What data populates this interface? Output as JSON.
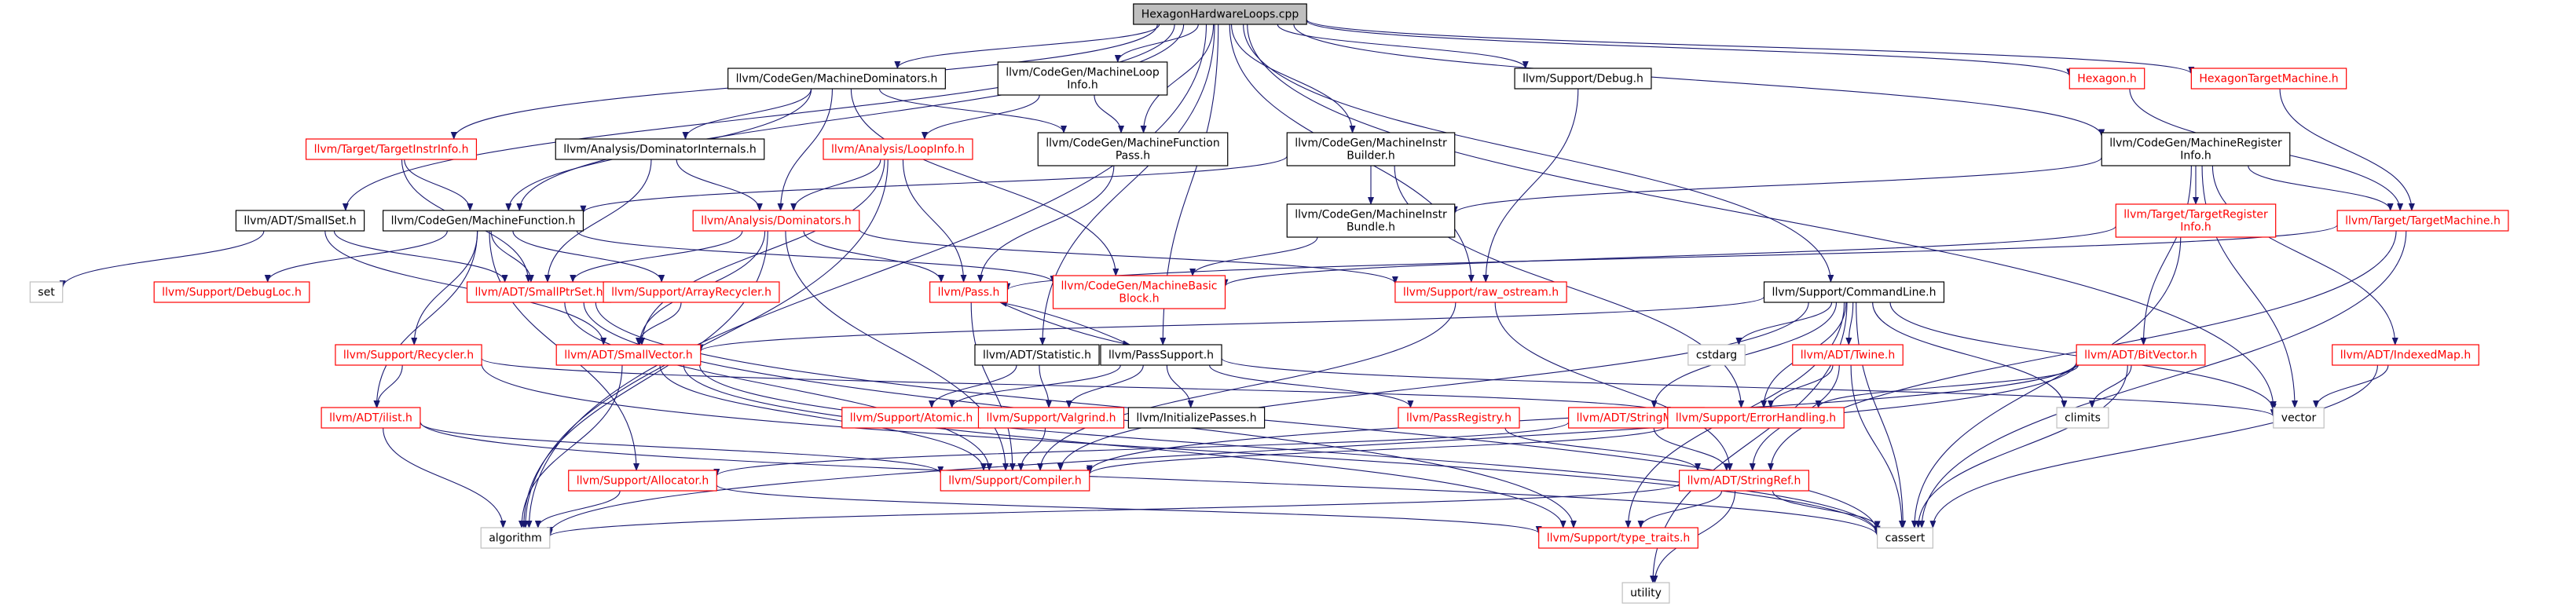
{
  "colors": {
    "edge": "#191970",
    "node_border_black": "#000000",
    "node_border_red": "#ff0000",
    "node_border_grey": "#bfbfbf",
    "root_fill": "#bfbfbf",
    "node_fill": "#ffffff",
    "text_black": "#000000",
    "text_red": "#ff0000"
  },
  "graph": {
    "nodes": [
      {
        "id": "root",
        "lines": [
          "HexagonHardwareLoops.cpp"
        ],
        "style": "root"
      },
      {
        "id": "machdom",
        "lines": [
          "llvm/CodeGen/MachineDominators.h"
        ],
        "style": "black"
      },
      {
        "id": "machloopinfo",
        "lines": [
          "llvm/CodeGen/MachineLoop",
          "Info.h"
        ],
        "style": "black"
      },
      {
        "id": "debug",
        "lines": [
          "llvm/Support/Debug.h"
        ],
        "style": "black"
      },
      {
        "id": "hexagon",
        "lines": [
          "Hexagon.h"
        ],
        "style": "red"
      },
      {
        "id": "hextm",
        "lines": [
          "HexagonTargetMachine.h"
        ],
        "style": "red"
      },
      {
        "id": "tii",
        "lines": [
          "llvm/Target/TargetInstrInfo.h"
        ],
        "style": "red"
      },
      {
        "id": "domint",
        "lines": [
          "llvm/Analysis/DominatorInternals.h"
        ],
        "style": "black"
      },
      {
        "id": "loopinfo",
        "lines": [
          "llvm/Analysis/LoopInfo.h"
        ],
        "style": "red"
      },
      {
        "id": "mfpass",
        "lines": [
          "llvm/CodeGen/MachineFunction",
          "Pass.h"
        ],
        "style": "black"
      },
      {
        "id": "mib",
        "lines": [
          "llvm/CodeGen/MachineInstr",
          "Builder.h"
        ],
        "style": "black"
      },
      {
        "id": "mri",
        "lines": [
          "llvm/CodeGen/MachineRegister",
          "Info.h"
        ],
        "style": "black"
      },
      {
        "id": "smallset",
        "lines": [
          "llvm/ADT/SmallSet.h"
        ],
        "style": "black"
      },
      {
        "id": "mf",
        "lines": [
          "llvm/CodeGen/MachineFunction.h"
        ],
        "style": "black"
      },
      {
        "id": "doms",
        "lines": [
          "llvm/Analysis/Dominators.h"
        ],
        "style": "red"
      },
      {
        "id": "mibundle",
        "lines": [
          "llvm/CodeGen/MachineInstr",
          "Bundle.h"
        ],
        "style": "black"
      },
      {
        "id": "tri",
        "lines": [
          "llvm/Target/TargetRegister",
          "Info.h"
        ],
        "style": "red"
      },
      {
        "id": "tm",
        "lines": [
          "llvm/Target/TargetMachine.h"
        ],
        "style": "red"
      },
      {
        "id": "set",
        "lines": [
          "set"
        ],
        "style": "grey"
      },
      {
        "id": "debugloc",
        "lines": [
          "llvm/Support/DebugLoc.h"
        ],
        "style": "red"
      },
      {
        "id": "smallptrset",
        "lines": [
          "llvm/ADT/SmallPtrSet.h"
        ],
        "style": "red"
      },
      {
        "id": "arrayrecycler",
        "lines": [
          "llvm/Support/ArrayRecycler.h"
        ],
        "style": "red"
      },
      {
        "id": "pass",
        "lines": [
          "llvm/Pass.h"
        ],
        "style": "red"
      },
      {
        "id": "mbb",
        "lines": [
          "llvm/CodeGen/MachineBasic",
          "Block.h"
        ],
        "style": "red"
      },
      {
        "id": "rawos",
        "lines": [
          "llvm/Support/raw_ostream.h"
        ],
        "style": "red"
      },
      {
        "id": "cmdline",
        "lines": [
          "llvm/Support/CommandLine.h"
        ],
        "style": "black"
      },
      {
        "id": "recycler",
        "lines": [
          "llvm/Support/Recycler.h"
        ],
        "style": "red"
      },
      {
        "id": "smallvector",
        "lines": [
          "llvm/ADT/SmallVector.h"
        ],
        "style": "red"
      },
      {
        "id": "statistic",
        "lines": [
          "llvm/ADT/Statistic.h"
        ],
        "style": "black"
      },
      {
        "id": "passsupport",
        "lines": [
          "llvm/PassSupport.h"
        ],
        "style": "black"
      },
      {
        "id": "cstdarg",
        "lines": [
          "cstdarg"
        ],
        "style": "grey"
      },
      {
        "id": "twine",
        "lines": [
          "llvm/ADT/Twine.h"
        ],
        "style": "red"
      },
      {
        "id": "bitvector",
        "lines": [
          "llvm/ADT/BitVector.h"
        ],
        "style": "red"
      },
      {
        "id": "indexedmap",
        "lines": [
          "llvm/ADT/IndexedMap.h"
        ],
        "style": "red"
      },
      {
        "id": "ilist",
        "lines": [
          "llvm/ADT/ilist.h"
        ],
        "style": "red"
      },
      {
        "id": "atomic",
        "lines": [
          "llvm/Support/Atomic.h"
        ],
        "style": "red"
      },
      {
        "id": "valgrind",
        "lines": [
          "llvm/Support/Valgrind.h"
        ],
        "style": "red"
      },
      {
        "id": "initpasses",
        "lines": [
          "llvm/InitializePasses.h"
        ],
        "style": "black"
      },
      {
        "id": "passreg",
        "lines": [
          "llvm/PassRegistry.h"
        ],
        "style": "red"
      },
      {
        "id": "stringmap",
        "lines": [
          "llvm/ADT/StringMap.h"
        ],
        "style": "red"
      },
      {
        "id": "errhandling",
        "lines": [
          "llvm/Support/ErrorHandling.h"
        ],
        "style": "red"
      },
      {
        "id": "climits",
        "lines": [
          "climits"
        ],
        "style": "grey"
      },
      {
        "id": "vector",
        "lines": [
          "vector"
        ],
        "style": "grey"
      },
      {
        "id": "allocator",
        "lines": [
          "llvm/Support/Allocator.h"
        ],
        "style": "red"
      },
      {
        "id": "compiler",
        "lines": [
          "llvm/Support/Compiler.h"
        ],
        "style": "red"
      },
      {
        "id": "stringref",
        "lines": [
          "llvm/ADT/StringRef.h"
        ],
        "style": "red"
      },
      {
        "id": "algorithm",
        "lines": [
          "algorithm"
        ],
        "style": "grey"
      },
      {
        "id": "typetraits",
        "lines": [
          "llvm/Support/type_traits.h"
        ],
        "style": "red"
      },
      {
        "id": "cassert",
        "lines": [
          "cassert"
        ],
        "style": "grey"
      },
      {
        "id": "utility",
        "lines": [
          "utility"
        ],
        "style": "grey"
      }
    ],
    "edges": [
      [
        "root",
        "machdom"
      ],
      [
        "root",
        "machloopinfo"
      ],
      [
        "root",
        "mfpass"
      ],
      [
        "root",
        "debug"
      ],
      [
        "root",
        "hexagon"
      ],
      [
        "root",
        "hextm"
      ],
      [
        "root",
        "tii"
      ],
      [
        "root",
        "smallset"
      ],
      [
        "root",
        "mf"
      ],
      [
        "root",
        "mib"
      ],
      [
        "root",
        "mri"
      ],
      [
        "root",
        "rawos"
      ],
      [
        "root",
        "cmdline"
      ],
      [
        "root",
        "statistic"
      ],
      [
        "root",
        "passsupport"
      ],
      [
        "root",
        "vector"
      ],
      [
        "root",
        "algorithm"
      ],
      [
        "machdom",
        "domint"
      ],
      [
        "machdom",
        "doms"
      ],
      [
        "machdom",
        "mfpass"
      ],
      [
        "machdom",
        "mf"
      ],
      [
        "machdom",
        "mbb"
      ],
      [
        "machloopinfo",
        "loopinfo"
      ],
      [
        "machloopinfo",
        "mfpass"
      ],
      [
        "debug",
        "rawos"
      ],
      [
        "hexagon",
        "tm"
      ],
      [
        "hextm",
        "tm"
      ],
      [
        "tii",
        "smallptrset"
      ],
      [
        "tii",
        "mf"
      ],
      [
        "domint",
        "doms"
      ],
      [
        "domint",
        "smallptrset"
      ],
      [
        "loopinfo",
        "doms"
      ],
      [
        "loopinfo",
        "pass"
      ],
      [
        "loopinfo",
        "smallvector"
      ],
      [
        "loopinfo",
        "algorithm"
      ],
      [
        "mfpass",
        "pass"
      ],
      [
        "mib",
        "mf"
      ],
      [
        "mib",
        "mibundle"
      ],
      [
        "mib",
        "errhandling"
      ],
      [
        "mri",
        "mibundle"
      ],
      [
        "mri",
        "tri"
      ],
      [
        "mri",
        "tm"
      ],
      [
        "mri",
        "bitvector"
      ],
      [
        "mri",
        "indexedmap"
      ],
      [
        "mri",
        "vector"
      ],
      [
        "smallset",
        "set"
      ],
      [
        "smallset",
        "smallptrset"
      ],
      [
        "smallset",
        "smallvector"
      ],
      [
        "mf",
        "debugloc"
      ],
      [
        "mf",
        "smallptrset"
      ],
      [
        "mf",
        "arrayrecycler"
      ],
      [
        "mf",
        "recycler"
      ],
      [
        "mf",
        "ilist"
      ],
      [
        "mf",
        "allocator"
      ],
      [
        "mf",
        "mbb"
      ],
      [
        "doms",
        "pass"
      ],
      [
        "doms",
        "smallptrset"
      ],
      [
        "doms",
        "smallvector"
      ],
      [
        "doms",
        "compiler"
      ],
      [
        "doms",
        "rawos"
      ],
      [
        "doms",
        "algorithm"
      ],
      [
        "mibundle",
        "mbb"
      ],
      [
        "tri",
        "cassert"
      ],
      [
        "tri",
        "mbb"
      ],
      [
        "tm",
        "pass"
      ],
      [
        "tm",
        "cassert"
      ],
      [
        "tm",
        "stringref"
      ],
      [
        "smallptrset",
        "compiler"
      ],
      [
        "smallptrset",
        "typetraits"
      ],
      [
        "smallptrset",
        "cassert"
      ],
      [
        "arrayrecycler",
        "smallvector"
      ],
      [
        "pass",
        "passsupport"
      ],
      [
        "pass",
        "compiler"
      ],
      [
        "passsupport",
        "pass"
      ],
      [
        "passsupport",
        "atomic"
      ],
      [
        "passsupport",
        "valgrind"
      ],
      [
        "passsupport",
        "initpasses"
      ],
      [
        "passsupport",
        "passreg"
      ],
      [
        "passsupport",
        "vector"
      ],
      [
        "rawos",
        "compiler"
      ],
      [
        "rawos",
        "stringref"
      ],
      [
        "cmdline",
        "smallvector"
      ],
      [
        "cmdline",
        "twine"
      ],
      [
        "cmdline",
        "stringmap"
      ],
      [
        "cmdline",
        "errhandling"
      ],
      [
        "cmdline",
        "compiler"
      ],
      [
        "cmdline",
        "cstdarg"
      ],
      [
        "cmdline",
        "climits"
      ],
      [
        "cmdline",
        "vector"
      ],
      [
        "cmdline",
        "cassert"
      ],
      [
        "cmdline",
        "utility"
      ],
      [
        "cmdline",
        "typetraits"
      ],
      [
        "recycler",
        "ilist"
      ],
      [
        "recycler",
        "errhandling"
      ],
      [
        "recycler",
        "cassert"
      ],
      [
        "smallvector",
        "compiler"
      ],
      [
        "smallvector",
        "typetraits"
      ],
      [
        "smallvector",
        "algorithm"
      ],
      [
        "smallvector",
        "cassert"
      ],
      [
        "statistic",
        "atomic"
      ],
      [
        "statistic",
        "valgrind"
      ],
      [
        "twine",
        "stringref"
      ],
      [
        "twine",
        "errhandling"
      ],
      [
        "twine",
        "cassert"
      ],
      [
        "bitvector",
        "compiler"
      ],
      [
        "bitvector",
        "errhandling"
      ],
      [
        "bitvector",
        "climits"
      ],
      [
        "bitvector",
        "algorithm"
      ],
      [
        "bitvector",
        "cassert"
      ],
      [
        "indexedmap",
        "vector"
      ],
      [
        "indexedmap",
        "cassert"
      ],
      [
        "ilist",
        "compiler"
      ],
      [
        "ilist",
        "algorithm"
      ],
      [
        "ilist",
        "cassert"
      ],
      [
        "valgrind",
        "compiler"
      ],
      [
        "passreg",
        "stringref"
      ],
      [
        "stringmap",
        "stringref"
      ],
      [
        "stringmap",
        "allocator"
      ],
      [
        "errhandling",
        "compiler"
      ],
      [
        "allocator",
        "typetraits"
      ],
      [
        "allocator",
        "algorithm"
      ],
      [
        "stringref",
        "typetraits"
      ],
      [
        "stringref",
        "algorithm"
      ],
      [
        "stringref",
        "cassert"
      ],
      [
        "stringref",
        "utility"
      ]
    ]
  }
}
